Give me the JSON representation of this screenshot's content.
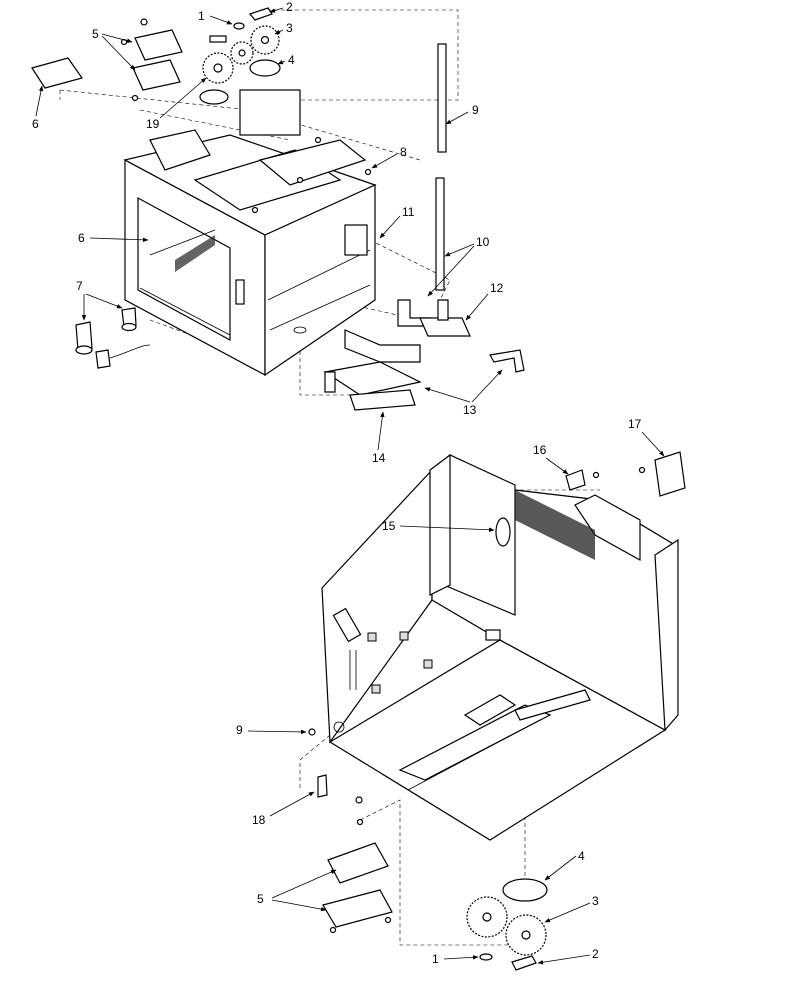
{
  "callouts_top": {
    "c1": "1",
    "c2": "2",
    "c3": "3",
    "c4": "4",
    "c5": "5",
    "c6a": "6",
    "c19": "19",
    "c9": "9",
    "c8": "8",
    "c11": "11",
    "c6b": "6",
    "c10": "10",
    "c7": "7",
    "c12": "12",
    "c13": "13",
    "c14": "14"
  },
  "callouts_bottom": {
    "c16": "16",
    "c17": "17",
    "c15": "15",
    "c9": "9",
    "c18": "18",
    "c4": "4",
    "c3": "3",
    "c5": "5",
    "c1": "1",
    "c2": "2"
  },
  "colors": {
    "line": "#000000",
    "paper": "#ffffff",
    "vent": "#222222"
  }
}
